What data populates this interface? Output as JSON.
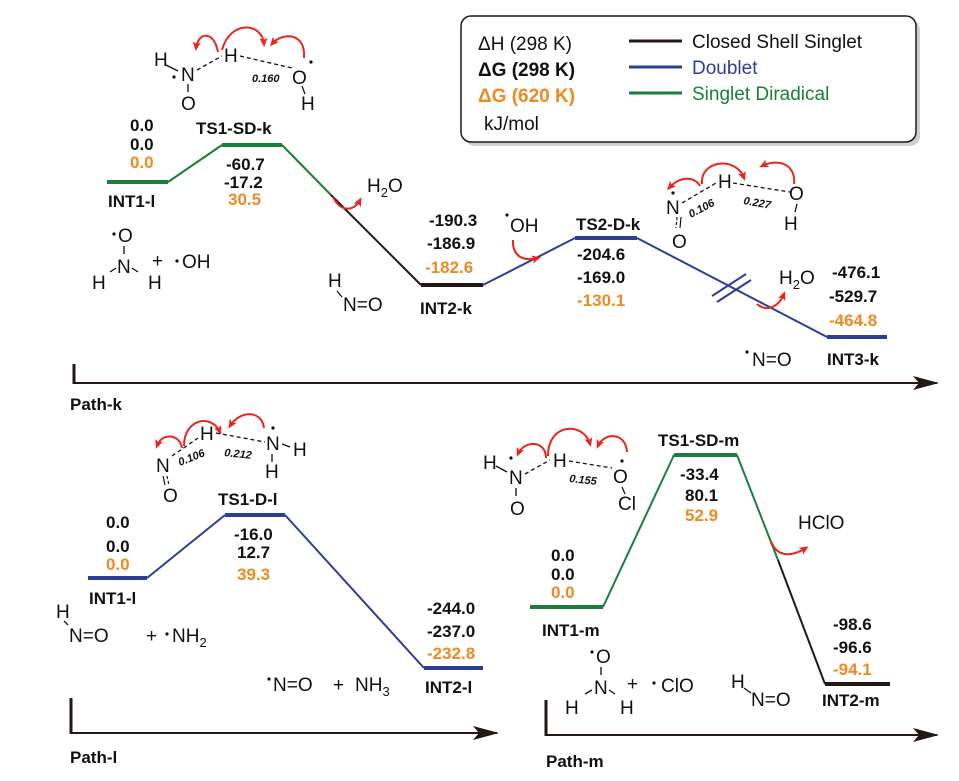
{
  "colors": {
    "closed_shell": "#231815",
    "doublet": "#2e3d95",
    "diradical": "#1a7f3b",
    "g620": "#ee8a22",
    "arrow": "#e8251f",
    "text": "#111111"
  },
  "legend": {
    "dH_298": "ΔH (298 K)",
    "dG_298": "ΔG (298 K)",
    "dG_620": "ΔG (620 K)",
    "units": "kJ/mol",
    "closed_shell": "Closed Shell Singlet",
    "doublet": "Doublet",
    "diradical": "Singlet Diradical"
  },
  "paths": {
    "k": {
      "name": "Path-k",
      "states": [
        {
          "label": "INT1-l",
          "dH": "0.0",
          "dG298": "0.0",
          "dG620": "0.0"
        },
        {
          "label": "TS1-SD-k",
          "dH": "-60.7",
          "dG298": "-17.2",
          "dG620": "30.5",
          "dist": [
            "0.160"
          ]
        },
        {
          "label": "INT2-k",
          "dH": "-190.3",
          "dG298": "-186.9",
          "dG620": "-182.6"
        },
        {
          "label": "TS2-D-k",
          "dH": "-204.6",
          "dG298": "-169.0",
          "dG620": "-130.1",
          "dist": [
            "0.106",
            "0.227"
          ]
        },
        {
          "label": "INT3-k",
          "dH": "-476.1",
          "dG298": "-529.7",
          "dG620": "-464.8"
        }
      ],
      "species": {
        "reactants": [
          "H2NO•",
          "•OH"
        ],
        "leaving_1": "H2O",
        "int2": "HNO",
        "entering": "•OH",
        "leaving_2": "H2O",
        "product": "•NO"
      }
    },
    "l": {
      "name": "Path-l",
      "states": [
        {
          "label": "INT1-l",
          "dH": "0.0",
          "dG298": "0.0",
          "dG620": "0.0"
        },
        {
          "label": "TS1-D-l",
          "dH": "-16.0",
          "dG298": "12.7",
          "dG620": "39.3",
          "dist": [
            "0.106",
            "0.212"
          ]
        },
        {
          "label": "INT2-l",
          "dH": "-244.0",
          "dG298": "-237.0",
          "dG620": "-232.8"
        }
      ],
      "species": {
        "reactants": "HN=O + •NH2",
        "products": "•N=O + NH3"
      }
    },
    "m": {
      "name": "Path-m",
      "states": [
        {
          "label": "INT1-m",
          "dH": "0.0",
          "dG298": "0.0",
          "dG620": "0.0"
        },
        {
          "label": "TS1-SD-m",
          "dH": "-33.4",
          "dG298": "80.1",
          "dG620": "52.9",
          "dist": [
            "0.155"
          ]
        },
        {
          "label": "INT2-m",
          "dH": "-98.6",
          "dG298": "-96.6",
          "dG620": "-94.1"
        }
      ],
      "species": {
        "reactants": "H2NO• + •ClO",
        "leaving": "HClO",
        "product": "HN=O"
      }
    }
  }
}
